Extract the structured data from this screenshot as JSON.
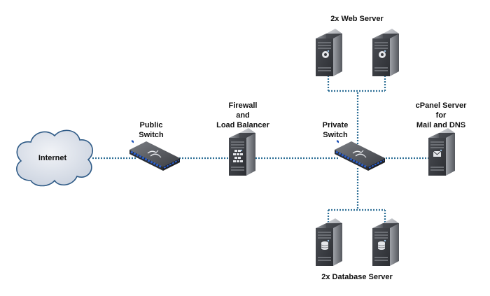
{
  "nodes": {
    "internet": {
      "label": "Internet"
    },
    "public_switch": {
      "lines": [
        "Public",
        "Switch"
      ]
    },
    "firewall": {
      "lines": [
        "Firewall",
        "and",
        "Load Balancer"
      ]
    },
    "private_switch": {
      "lines": [
        "Private",
        "Switch"
      ]
    },
    "web_servers": {
      "label": "2x Web Server"
    },
    "cpanel_server": {
      "lines": [
        "cPanel Server",
        "for",
        "Mail and DNS"
      ]
    },
    "database_servers": {
      "label": "2x Database Server"
    }
  },
  "colors": {
    "connection": "#2e6f96",
    "cloud_fill": "#dde3ec",
    "cloud_stroke": "#2e5a86",
    "device_dark": "#3b3d42",
    "device_light": "#8d9096",
    "switch_accent": "#1f4aa0"
  },
  "icons": {
    "cloud": "cloud-icon",
    "switch": "network-switch-icon",
    "server": "server-tower-icon"
  }
}
